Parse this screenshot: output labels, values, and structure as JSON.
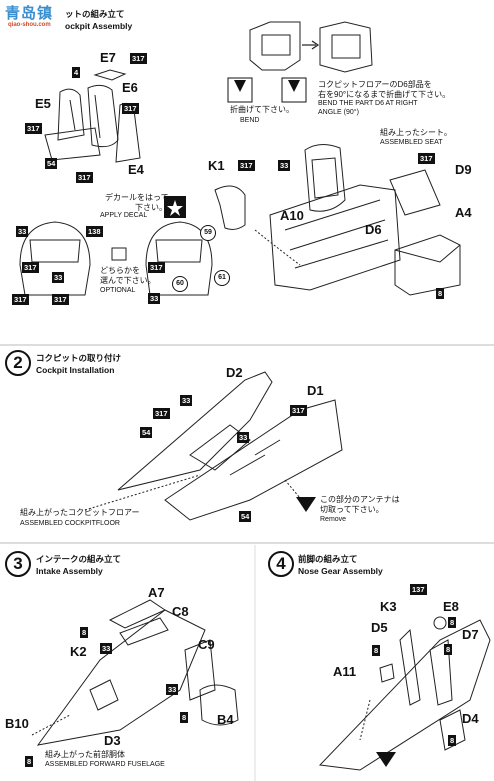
{
  "watermark": {
    "brand": "青岛镇",
    "url": "qiao-shou.com"
  },
  "step1": {
    "title_jp": "ットの組み立て",
    "title_en": "ockpit Assembly",
    "parts": {
      "E7": "E7",
      "E6": "E6",
      "E5": "E5",
      "E4": "E4",
      "K1": "K1",
      "A10": "A10",
      "D6": "D6",
      "D9": "D9",
      "A4": "A4"
    },
    "paint_codes": {
      "c317": "317",
      "c4": "4",
      "c54": "54",
      "c33": "33",
      "c8": "8",
      "c138": "138",
      "c59": "59",
      "c60": "60",
      "c61": "61"
    },
    "bend_jp": "折曲げて下さい。",
    "bend_en": "BEND",
    "floor_note_jp_1": "コクピットフロアーのD6部品を",
    "floor_note_jp_2": "右を90°になるまで折曲げて下さい。",
    "floor_note_en_1": "BEND THE PART D6 AT RIGHT",
    "floor_note_en_2": "ANGLE (90°)",
    "seat_jp": "組み上ったシート。",
    "seat_en": "ASSEMBLED SEAT",
    "decal_jp": "デカールをはって",
    "decal_jp2": "下さい。",
    "decal_en": "APPLY DECAL",
    "optional_jp_1": "どちらかを",
    "optional_jp_2": "選んで下さい。",
    "optional_en": "OPTIONAL"
  },
  "step2": {
    "number": "2",
    "title_jp": "コクピットの取り付け",
    "title_en": "Cockpit Installation",
    "parts": {
      "D2": "D2",
      "D1": "D1"
    },
    "floor_jp": "組み上がったコクピットフロアー",
    "floor_en": "ASSEMBLED COCKPITFLOOR",
    "remove_jp_1": "この部分のアンテナは",
    "remove_jp_2": "切取って下さい。",
    "remove_en": "Remove"
  },
  "step3": {
    "number": "3",
    "title_jp": "インテークの組み立て",
    "title_en": "Intake Assembly",
    "parts": {
      "A7": "A7",
      "C8": "C8",
      "C9": "C9",
      "K2": "K2",
      "B4": "B4",
      "B10": "B10",
      "D3": "D3"
    },
    "fuselage_jp": "組み上がった前部胴体",
    "fuselage_en": "ASSEMBLED FORWARD FUSELAGE"
  },
  "step4": {
    "number": "4",
    "title_jp": "前脚の組み立て",
    "title_en": "Nose Gear Assembly",
    "parts": {
      "K3": "K3",
      "E8": "E8",
      "D5": "D5",
      "D7": "D7",
      "A11": "A11",
      "D4": "D4"
    },
    "paint_codes": {
      "c137": "137"
    }
  }
}
